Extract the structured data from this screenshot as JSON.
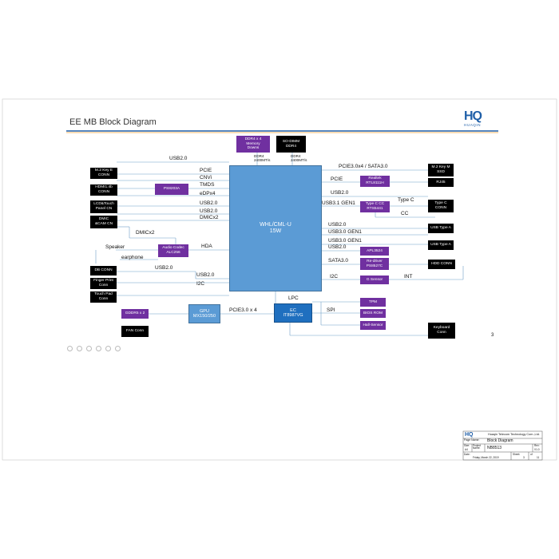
{
  "page": {
    "title": "EE MB Block Diagram",
    "logo_text": "HUAQIN",
    "page_number": "3"
  },
  "cpu": {
    "name": "WHL/CML-U",
    "power": "15W"
  },
  "ec": {
    "name": "EC",
    "part": "IT8987VG"
  },
  "gpu": {
    "name": "GPU",
    "part": "MX150/250"
  },
  "memory": {
    "onboard": "DDR4 x 4\nMemory\nDowns",
    "onboard_spec": "DDR4\n2400MT/s",
    "sodimm": "SO-DIMM\nDDR4",
    "sodimm_spec": "DDR4\n2400MT/s"
  },
  "left_boxes": {
    "m2_key_e": "M.2 Key E\nCONN",
    "hdmi": "HDMI1.4b\nCONN",
    "ps8203a": "PS8203A",
    "lcd": "LCD&Touch\nPanel CN",
    "dmic": "DMIC\n&CAM CN",
    "audio": "Audio Codec\nALC256",
    "db_conn": "DB CONN",
    "finger": "Finger Print\nConn",
    "touchpad": "Touch Pad\nConn",
    "gddr5": "GDDR5 x 2",
    "fan": "FAN Conn"
  },
  "right_boxes": {
    "m2_key_m": "M.2 Key M\nSSD",
    "realtek": "Realtek\nRTL8111H",
    "rj45": "RJ45",
    "tps": "Type C CC\nRTS5441",
    "type_c_conn": "Type C\nCONN",
    "usb_a1": "USB Type A",
    "usb_a2": "USB Type A",
    "apl": "APL3524",
    "redriver": "Re-driver\nPS8527C",
    "hdd": "HDD CONN",
    "gsensor": "G Sensor",
    "tpm": "TPM",
    "bios": "BIOS ROM",
    "hall": "Hall-Sensor",
    "keyboard": "Keyboard\nConn"
  },
  "signals": {
    "usb20_top": "USB2.0",
    "pcie_l": "PCIE",
    "cnvi": "CNVi",
    "tmds": "TMDS",
    "edp": "eDPx4",
    "usb20_a": "USB2.0",
    "usb20_b": "USB2.0",
    "dmic_a": "DMICx2",
    "dmic_b": "DMICx2",
    "speaker": "Speaker",
    "hda": "HDA",
    "earphone": "earphone",
    "usb20_db": "USB2.0",
    "usb20_fp": "USB2.0",
    "i2c_l": "I2C",
    "pcie_gpu": "PCIE3.0 x 4",
    "pcie_sata": "PCIE3.0x4 / SATA3.0",
    "pcie_r": "PCIE",
    "usb20_r": "USB2.0",
    "usb31": "USB3.1 GEN1",
    "type_c": "Type C",
    "cc": "CC",
    "usb20_r2": "USB2.0",
    "usb30_a": "USB3.0 GEN1",
    "usb30_b": "USB3.0 GEN1",
    "usb20_r3": "USB2.0",
    "sata30": "SATA3.0",
    "i2c_r": "I2C",
    "int": "INT",
    "lpc": "LPC",
    "spi": "SPI"
  },
  "title_block": {
    "company": "Huaqin  Telecom  Technology  Com.,Ltd.",
    "page_name_label": "Page  Name:",
    "page_name": "Block Diagram",
    "size_label": "Size:",
    "size": "A4",
    "project_label": "Project\nName:",
    "project": "NB8513",
    "rev_label": "Rev:",
    "rev": "V1.0",
    "date_label": "Date:",
    "date": "Friday, March 22, 2019",
    "sheet_label": "Sheet:",
    "sheet": "3",
    "of_label": "of",
    "of": "11"
  },
  "colors": {
    "accent_line": "#1f5fa8",
    "accent_orange": "#f2a33a",
    "purple": "#7030a0",
    "cpu_blue": "#5b9bd5"
  }
}
